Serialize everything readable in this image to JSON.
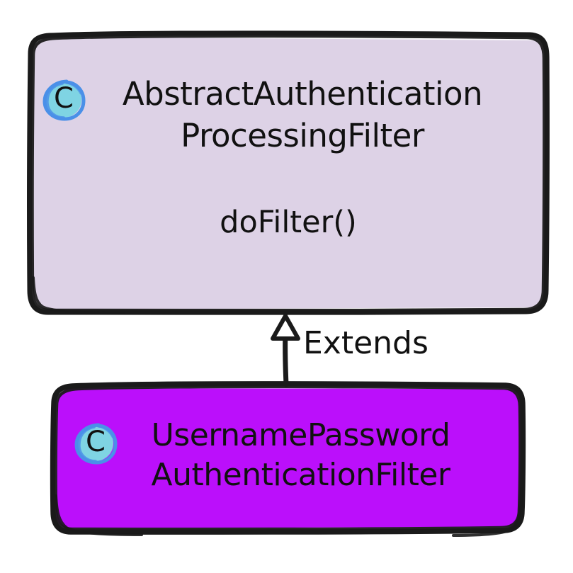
{
  "diagram": {
    "type": "uml-class-diagram",
    "background_color": "#ffffff",
    "style": "hand-drawn-sketch"
  },
  "nodes": [
    {
      "id": "abstract-authentication-processing-filter",
      "stereotype_badge": "C",
      "title": "AbstractAuthentication\nProcessingFilter",
      "title_line_1": "AbstractAuthentication",
      "title_line_2": "ProcessingFilter",
      "members": [
        "doFilter()"
      ],
      "members_text": "doFilter()",
      "fill_color": "#ddd2e6",
      "stroke_color": "#1a1a1a",
      "text_color": "#111111"
    },
    {
      "id": "username-password-authentication-filter",
      "stereotype_badge": "C",
      "title": "UsernamePassword\nAuthenticationFilter",
      "title_line_1": "UsernamePassword",
      "title_line_2": "AuthenticationFilter",
      "members": [],
      "members_text": "",
      "fill_color": "#bb0ffb",
      "stroke_color": "#1a1a1a",
      "text_color": "#111111"
    }
  ],
  "edges": [
    {
      "id": "extends-edge",
      "label": "Extends",
      "from": "username-password-authentication-filter",
      "to": "abstract-authentication-processing-filter",
      "arrow_type": "hollow-triangle",
      "relationship": "generalization",
      "stroke_color": "#1a1a1a"
    }
  ],
  "badge": {
    "fill_color": "#7fd4e3",
    "stroke_color": "#4a90e8",
    "letter_color": "#111111"
  }
}
